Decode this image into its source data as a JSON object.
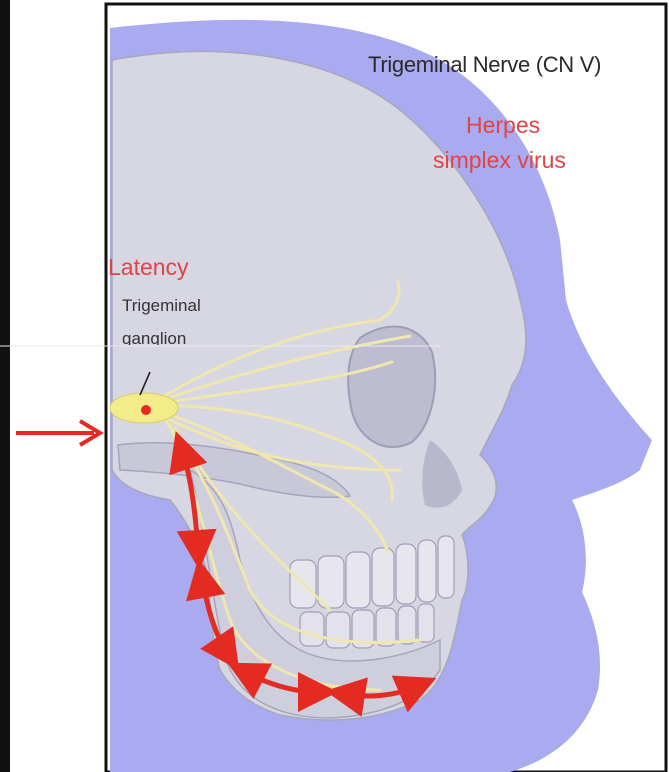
{
  "figure": {
    "title": "Trigeminal Nerve (CN V)",
    "virus_line1": "Herpes",
    "virus_line2": "simplex virus",
    "latency_label": "Latency",
    "ganglion_line1": "Trigeminal",
    "ganglion_line2": "ganglion"
  },
  "colors": {
    "head_silhouette": "#a9aaf0",
    "skull": "#d7d6e3",
    "nerve": "#efe7ae",
    "ganglion": "#f4ec8a",
    "arrow_red": "#e32b22",
    "label_red": "#e04444",
    "frame": "#111111"
  }
}
